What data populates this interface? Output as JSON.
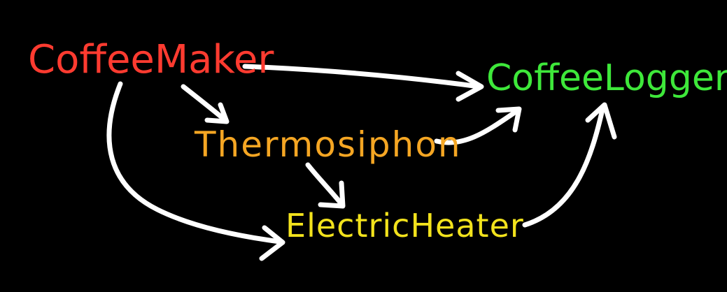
{
  "canvas": {
    "background": "#000000",
    "edge_color": "#ffffff"
  },
  "nodes": {
    "coffeemaker": {
      "label": "CoffeeMaker",
      "color": "#ff3b30"
    },
    "thermosiphon": {
      "label": "Thermosiphon",
      "color": "#f5a623"
    },
    "electricheater": {
      "label": "ElectricHeater",
      "color": "#f2e21c"
    },
    "coffeelogger": {
      "label": "CoffeeLogger",
      "color": "#3ee83a"
    }
  },
  "edges": [
    {
      "from": "coffeemaker",
      "to": "coffeelogger"
    },
    {
      "from": "coffeemaker",
      "to": "thermosiphon"
    },
    {
      "from": "coffeemaker",
      "to": "electricheater"
    },
    {
      "from": "thermosiphon",
      "to": "coffeelogger"
    },
    {
      "from": "thermosiphon",
      "to": "electricheater"
    },
    {
      "from": "electricheater",
      "to": "coffeelogger"
    }
  ]
}
